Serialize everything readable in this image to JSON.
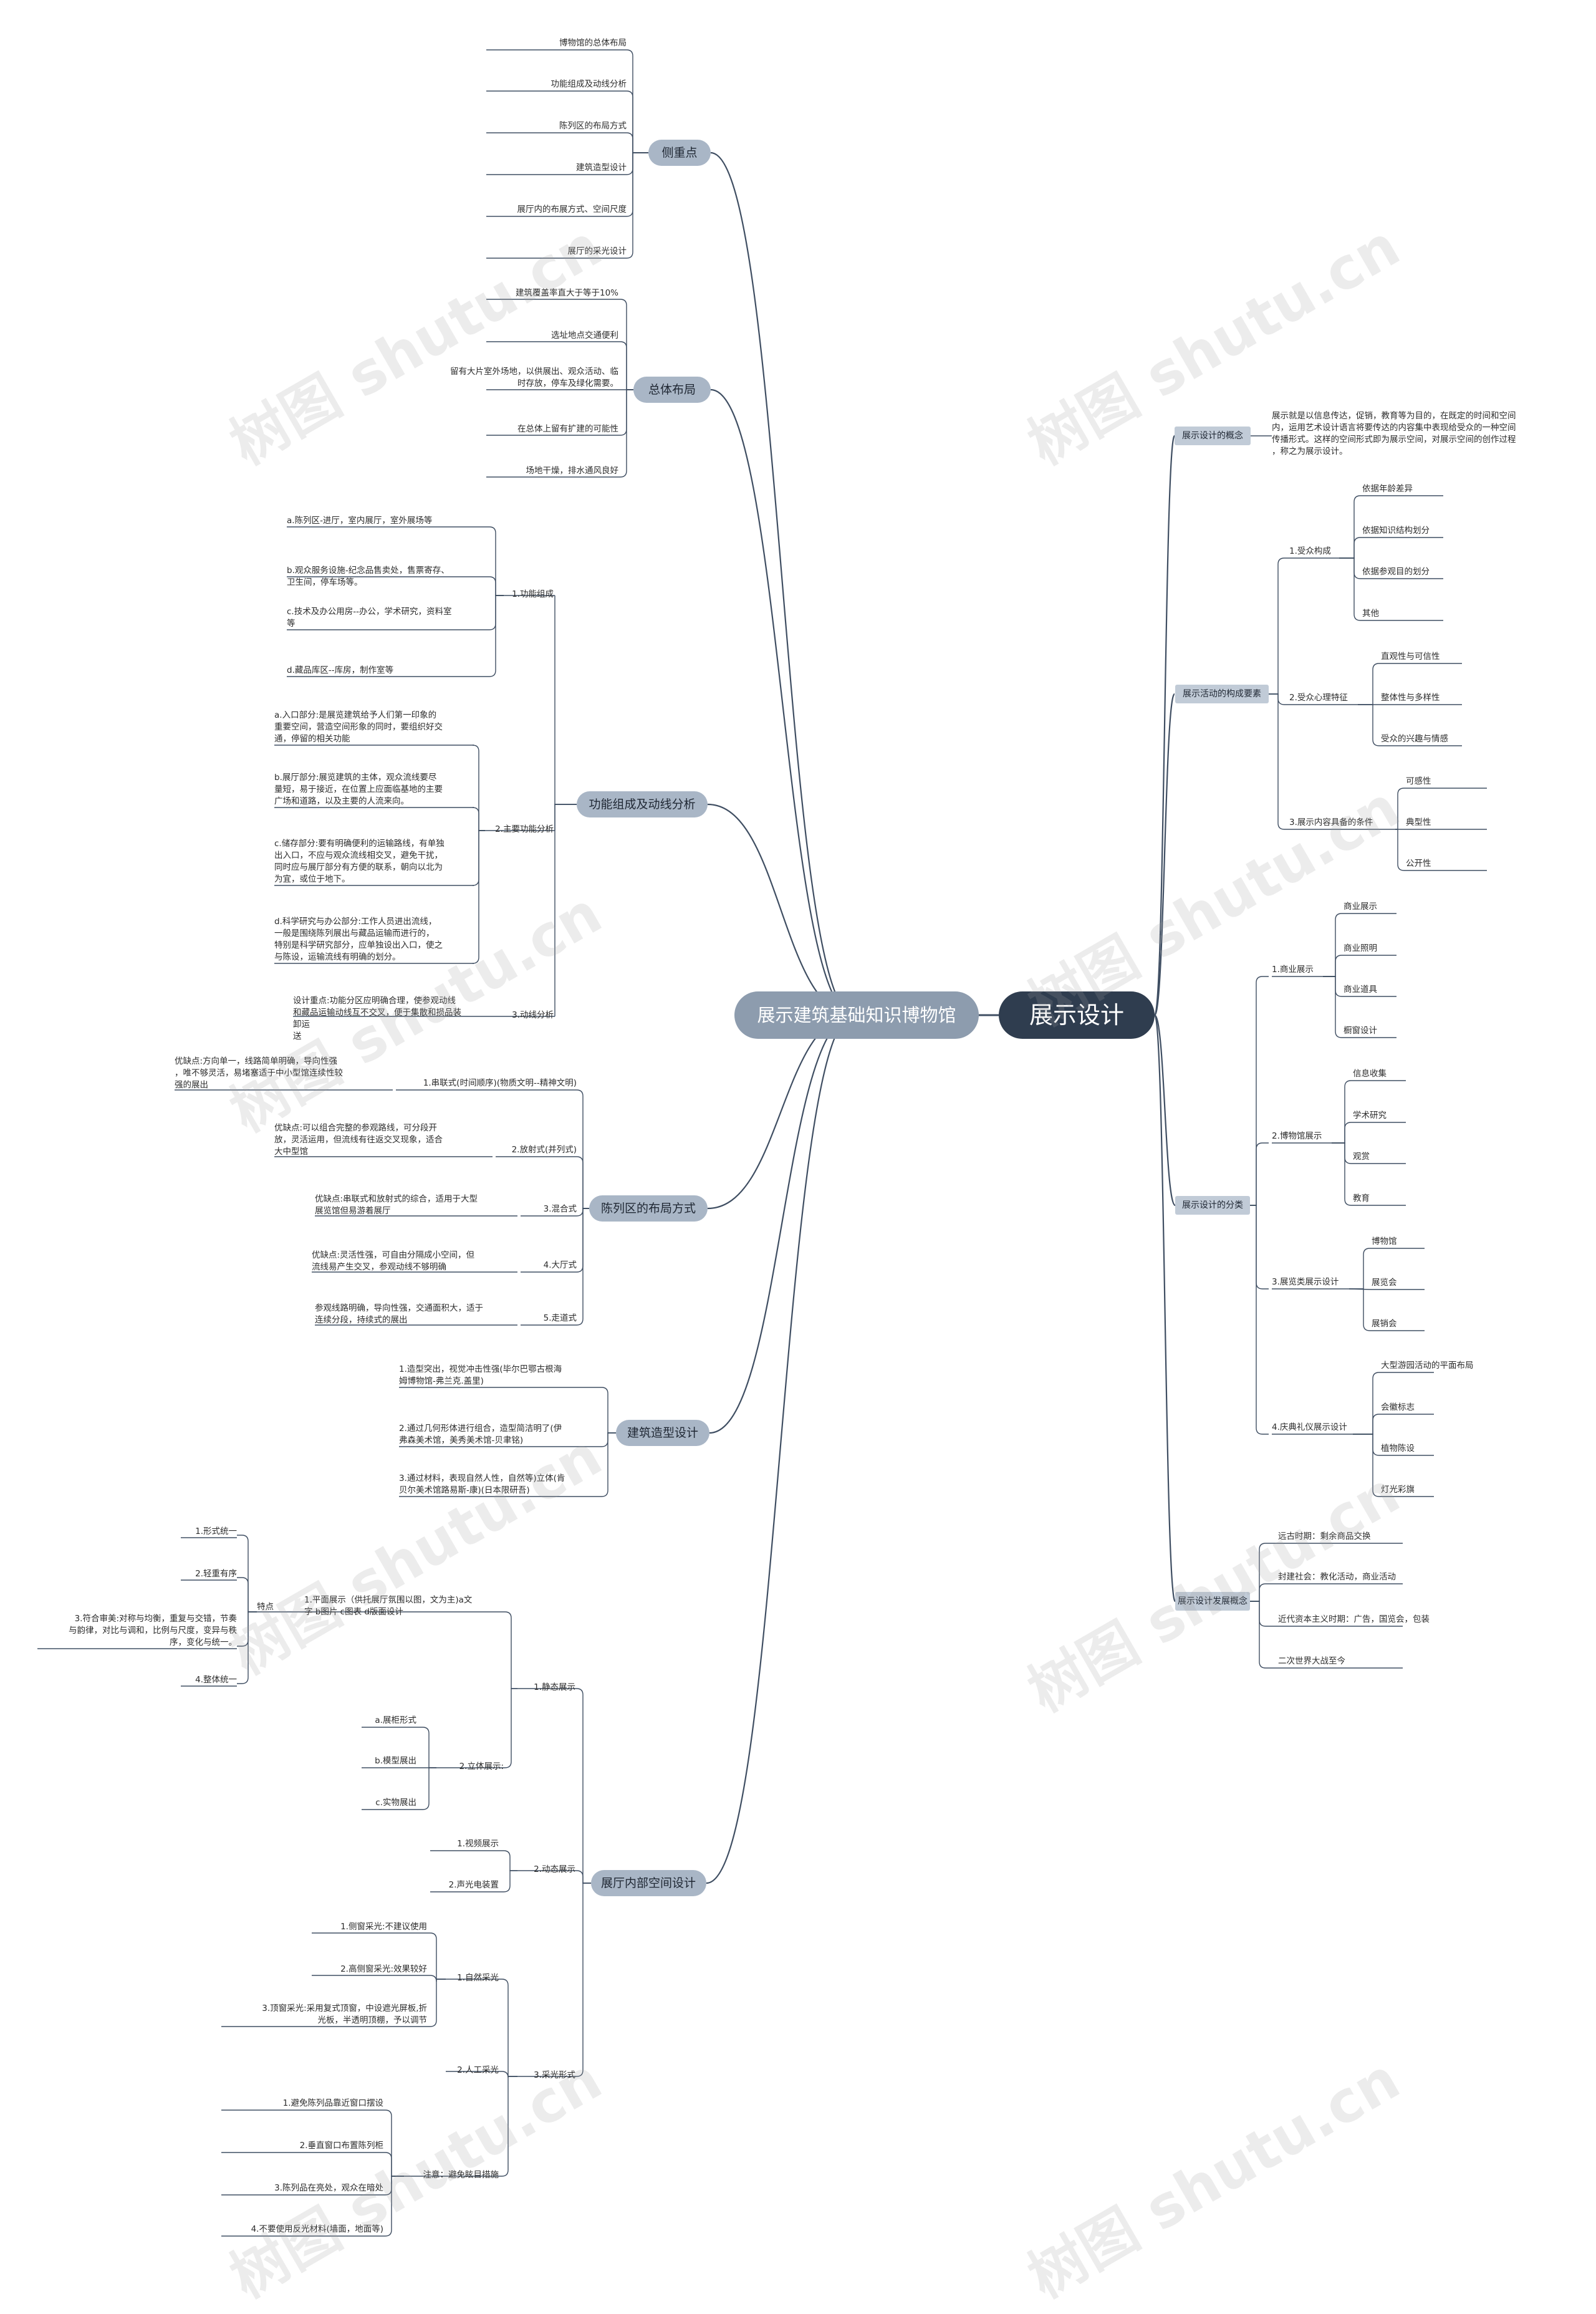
{
  "root_right": "展示设计",
  "root_left": "展示建筑基础知识博物馆",
  "watermark": "树图 shutu.cn",
  "left": {
    "b1": {
      "label": "侧重点",
      "items": [
        "博物馆的总体布局",
        "功能组成及动线分析",
        "陈列区的布局方式",
        "建筑造型设计",
        "展厅内的布展方式、空间尺度",
        "展厅的采光设计"
      ]
    },
    "b2": {
      "label": "总体布局",
      "items": [
        "建筑覆盖率直大于等于10%",
        "选址地点交通便利",
        "留有大片室外场地，以供展出、观众活动、临\n时存放，停车及绿化需要。",
        "在总体上留有扩建的可能性",
        "场地干燥，排水通风良好"
      ]
    },
    "b3": {
      "label": "功能组成及动线分析",
      "sub1": {
        "label": "1.功能组成",
        "items": [
          "a.陈列区-进厅，室内展厅，室外展场等",
          "b.观众服务设施-纪念品售卖处，售票寄存、\n卫生间，停车场等。",
          "c.技术及办公用房--办公，学术研究，资料室\n等",
          "d.藏品库区--库房，制作室等"
        ]
      },
      "sub2": {
        "label": "2.主要功能分析",
        "items": [
          "a.入口部分:是展览建筑给予人们第一印象的\n重要空间，营造空间形象的同时，要组织好交\n通，停留的相关功能",
          "b.展厅部分:展览建筑的主体，观众流线要尽\n量短，易于接近，在位置上应面临基地的主要\n广场和道路，以及主要的人流来向。",
          "c.储存部分:要有明确便利的运输路线，有单独\n出入口，不应与观众流线相交叉，避免干扰，\n同时应与展厅部分有方便的联系，朝向以北为\n为宜，或位于地下。",
          "d.科学研究与办公部分:工作人员进出流线，\n一般是围绕陈列展出与藏品运输而进行的，\n特别是科学研究部分，应单独设出入口，使之\n与陈设，运输流线有明确的划分。"
        ]
      },
      "sub3": {
        "label": "3.动线分析",
        "items": [
          "设计重点:功能分区应明确合理，使参观动线\n和藏品运输动线互不交叉，便于集散和损品装\n卸运\n送"
        ]
      }
    },
    "b4": {
      "label": "陈列区的布局方式",
      "subs": [
        {
          "label": "1.串联式(时间顺序)(物质文明--精神文明)",
          "items": [
            "优缺点:方向单一，线路简单明确，导向性强\n，唯不够灵活，易堵塞适于中小型馆连续性较\n强的展出"
          ]
        },
        {
          "label": "2.放射式(并列式)",
          "items": [
            "优缺点:可以组合完整的参观路线，可分段开\n放，灵活运用，但流线有往返交叉现象，适合\n大中型馆"
          ]
        },
        {
          "label": "3.混合式",
          "items": [
            "优缺点:串联式和放射式的综合，适用于大型\n展览馆但易游着展厅"
          ]
        },
        {
          "label": "4.大厅式",
          "items": [
            "优缺点:灵活性强，可自由分隔成小空间，但\n流线易产生交叉，参观动线不够明确"
          ]
        },
        {
          "label": "5.走道式",
          "items": [
            "参观线路明确，导向性强，交通面积大，适于\n连续分段，持续式的展出"
          ]
        }
      ]
    },
    "b5": {
      "label": "建筑造型设计",
      "items": [
        "1.造型突出，视觉冲击性强(毕尔巴鄂古根海\n姆博物馆-弗兰克.盖里)",
        "2.通过几何形体进行组合，造型简洁明了(伊\n弗森美术馆，美秀美术馆-贝聿铭)",
        "3.通过材料，表现自然人性，自然等)立体(肯\n贝尔美术馆路易斯-康)(日本限研吾)"
      ]
    },
    "b6": {
      "label": "展厅内部空间设计",
      "s1": {
        "label": "1.静态展示",
        "a": {
          "label": "1.平面展示（供托展厅氛围以图，文为主)a文\n字 b图片 c图表 d版面设计",
          "feat": "特点",
          "items": [
            "1.形式统一",
            "2.轻重有序",
            "3.符合审美:对称与均衡，重复与交错，节奏\n与韵律，对比与调和，比例与尺度，变异与秩\n序，变化与统一。",
            "4.整体统一"
          ]
        },
        "b": {
          "label": "2.立体展示:",
          "items": [
            "a.展柜形式",
            "b.模型展出",
            "c.实物展出"
          ]
        }
      },
      "s2": {
        "label": "2.动态展示",
        "items": [
          "1.视频展示",
          "2.声光电装置"
        ]
      },
      "s3": {
        "label": "3.采光形式",
        "n": {
          "label": "1.自然采光",
          "items": [
            "1.侧窗采光:不建议使用",
            "2.高侧窗采光:效果较好",
            "3.顶窗采光:采用复式顶窗，中设遮光屏板,折\n光板，半透明顶棚，予以调节"
          ]
        },
        "m": {
          "label": "2.人工采光"
        },
        "x": {
          "label": "注意：避免眩目措施",
          "items": [
            "1.避免陈列品靠近窗口摆设",
            "2.垂直窗口布置陈列柜",
            "3.陈列品在亮处，观众在暗处",
            "4.不要使用反光材料(墙面，地面等)"
          ]
        }
      }
    }
  },
  "right": {
    "c1": {
      "label": "展示设计的概念",
      "text": "展示就是以信息传达，促销，教育等为目的，在既定的时间和空间\n内，运用艺术设计语言将要传达的内容集中表现给受众的一种空间\n传播形式。这样的空间形式即为展示空间，对展示空间的创作过程\n，称之为展示设计。"
    },
    "c2": {
      "label": "展示活动的构成要素",
      "subs": [
        {
          "label": "1.受众构成",
          "items": [
            "依据年龄差异",
            "依据知识结构划分",
            "依据参观目的划分",
            "其他"
          ]
        },
        {
          "label": "2.受众心理特征",
          "items": [
            "直观性与可信性",
            "整体性与多样性",
            "受众的兴趣与情感"
          ]
        },
        {
          "label": "3.展示内容具备的条件",
          "items": [
            "可感性",
            "典型性",
            "公开性"
          ]
        }
      ]
    },
    "c3": {
      "label": "展示设计的分类",
      "subs": [
        {
          "label": "1.商业展示",
          "items": [
            "商业展示",
            "商业照明",
            "商业道具",
            "橱窗设计"
          ]
        },
        {
          "label": "2.博物馆展示",
          "items": [
            "信息收集",
            "学术研究",
            "观赏",
            "教育"
          ]
        },
        {
          "label": "3.展览类展示设计",
          "items": [
            "博物馆",
            "展览会",
            "展销会"
          ]
        },
        {
          "label": "4.庆典礼仪展示设计",
          "items": [
            "大型游园活动的平面布局",
            "会徽标志",
            "植物陈设",
            "灯光彩旗"
          ]
        }
      ]
    },
    "c4": {
      "label": "展示设计发展概念",
      "items": [
        "远古时期：剩余商品交换",
        "封建社会：教化活动，商业活动",
        "近代资本主义时期：广告，国览会，包装",
        "二次世界大战至今"
      ]
    }
  }
}
